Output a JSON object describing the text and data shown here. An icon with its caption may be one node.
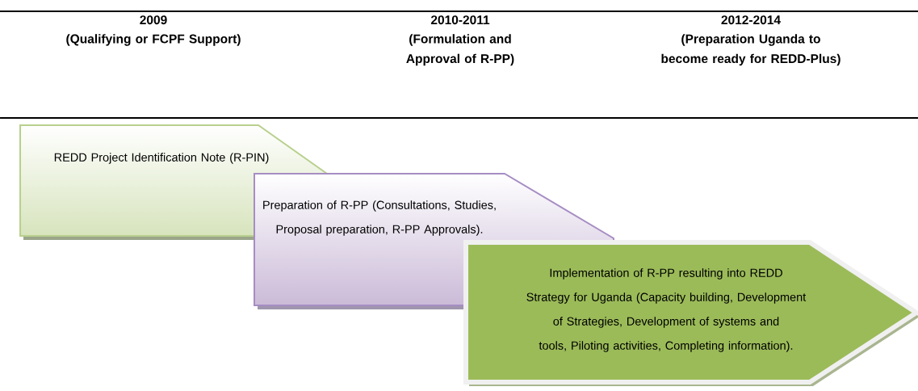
{
  "diagram": {
    "nodes": [
      {
        "text": [
          "REDD Project Identification Note (R-PIN)"
        ]
      },
      {
        "text": [
          "Preparation of R-PP (Consultations, Studies, Proposal preparation, R-PP Approvals)."
        ]
      },
      {
        "text": [
          "Implementation of R-PP resulting into REDD Strategy for Uganda (Capacity building, Development of Strategies, Development of systems and tools, Piloting activities, Completing information)."
        ]
      }
    ],
    "edges": [],
    "labels": [
      "2009",
      "(Qualifying or FCPF Support)",
      "2010-2011",
      "(Formulation and Approval of R-PP)",
      "2012-2014",
      "(Preparation Uganda to become ready for REDD-Plus)"
    ]
  }
}
